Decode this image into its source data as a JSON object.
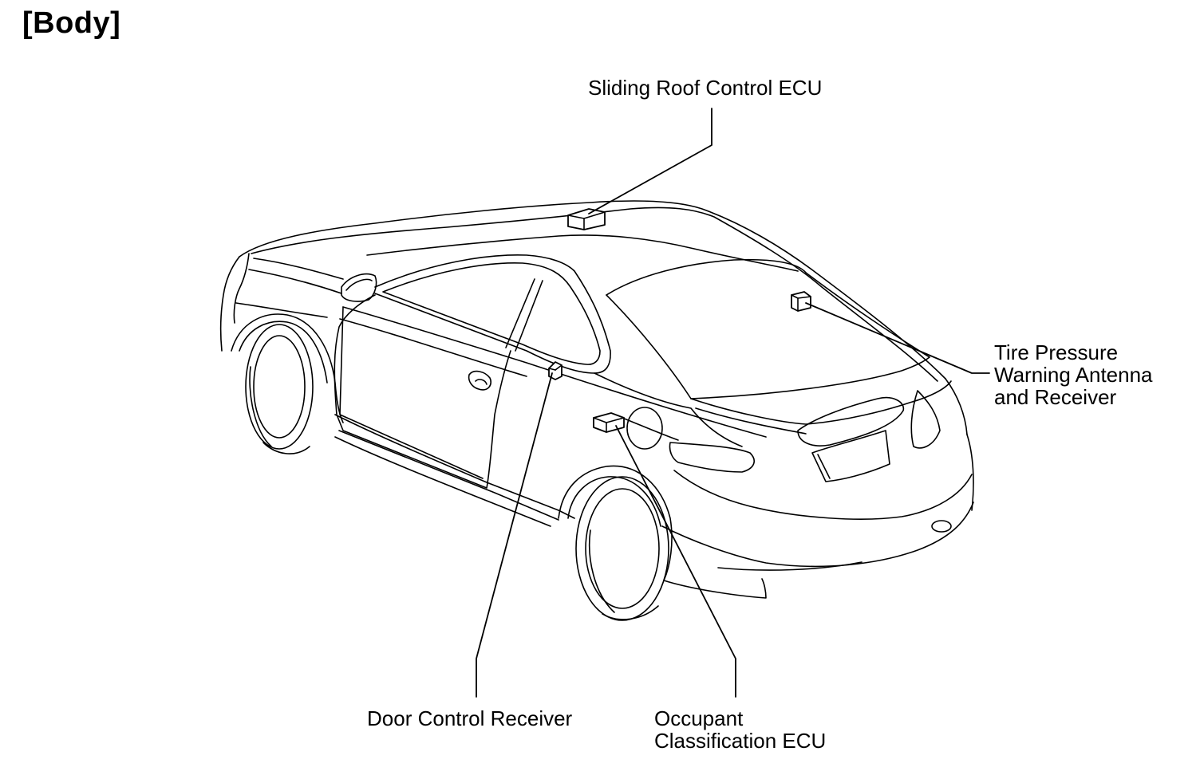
{
  "section_title": "[Body]",
  "components": {
    "sliding_roof_ecu": {
      "label": "Sliding Roof Control ECU"
    },
    "tire_pressure": {
      "line1": "Tire Pressure",
      "line2": "Warning Antenna",
      "line3": "and Receiver"
    },
    "door_control_receiver": {
      "label": "Door Control Receiver"
    },
    "occupant_classification": {
      "line1": "Occupant",
      "line2": "Classification ECU"
    }
  },
  "colors": {
    "line": "#000000",
    "background": "#ffffff"
  }
}
